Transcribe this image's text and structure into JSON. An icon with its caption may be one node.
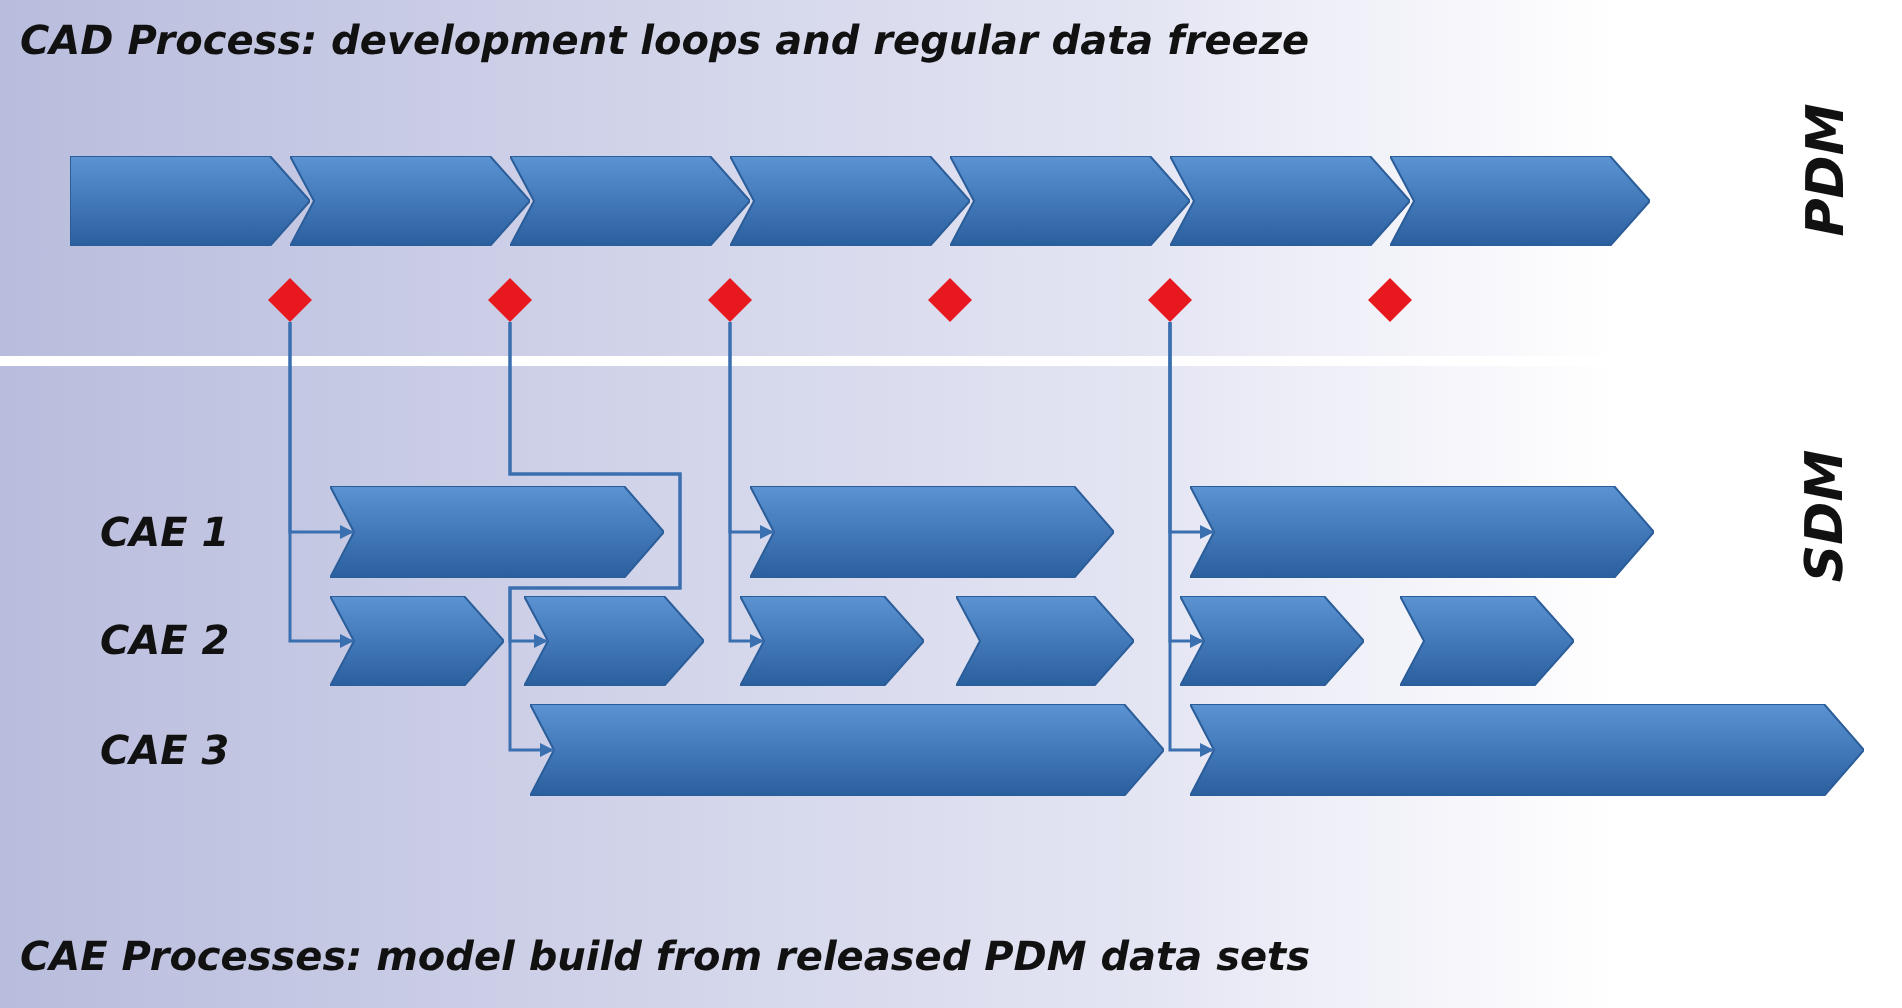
{
  "diagram": {
    "nodes": [
      {
        "text": [
          "CAD Process: development loops and regular data freeze",
          "PDM"
        ]
      },
      {
        "text": [],
        "shape": "chevron",
        "in": 0
      },
      {
        "text": [],
        "shape": "chevron",
        "in": 0
      },
      {
        "text": [],
        "shape": "chevron",
        "in": 0
      },
      {
        "text": [],
        "shape": "chevron",
        "in": 0
      },
      {
        "text": [],
        "shape": "chevron",
        "in": 0
      },
      {
        "text": [],
        "shape": "chevron",
        "in": 0
      },
      {
        "text": [],
        "shape": "chevron",
        "in": 0
      },
      {
        "text": [],
        "shape": "diamond",
        "in": 0
      },
      {
        "text": [],
        "shape": "diamond",
        "in": 0
      },
      {
        "text": [],
        "shape": "diamond",
        "in": 0
      },
      {
        "text": [],
        "shape": "diamond",
        "in": 0
      },
      {
        "text": [],
        "shape": "diamond",
        "in": 0
      },
      {
        "text": [],
        "shape": "diamond",
        "in": 0
      },
      {
        "text": [
          "CAE Processes: model build from released PDM data sets",
          "SDM"
        ]
      },
      {
        "text": [],
        "shape": "chevron",
        "in": 14
      },
      {
        "text": [],
        "shape": "chevron",
        "in": 14
      },
      {
        "text": [],
        "shape": "chevron",
        "in": 14
      },
      {
        "text": [],
        "shape": "chevron",
        "in": 14
      },
      {
        "text": [],
        "shape": "chevron",
        "in": 14
      },
      {
        "text": [],
        "shape": "chevron",
        "in": 14
      },
      {
        "text": [],
        "shape": "chevron",
        "in": 14
      },
      {
        "text": [],
        "shape": "chevron",
        "in": 14
      },
      {
        "text": [],
        "shape": "chevron",
        "in": 14
      },
      {
        "text": [],
        "shape": "chevron",
        "in": 14
      },
      {
        "text": [],
        "shape": "chevron",
        "in": 14
      }
    ],
    "edges": [
      {
        "from": 8,
        "to": 15,
        "arrow": "to"
      },
      {
        "from": 8,
        "to": 18,
        "arrow": "to"
      },
      {
        "from": 9,
        "to": 19,
        "arrow": "to"
      },
      {
        "from": 9,
        "to": 24,
        "arrow": "to"
      },
      {
        "from": 10,
        "to": 16,
        "arrow": "to"
      },
      {
        "from": 10,
        "to": 20,
        "arrow": "to"
      },
      {
        "from": 12,
        "to": 17,
        "arrow": "to"
      },
      {
        "from": 12,
        "to": 22,
        "arrow": "to"
      },
      {
        "from": 12,
        "to": 25,
        "arrow": "to"
      }
    ],
    "labels": [
      "CAE 1",
      "CAE 2",
      "CAE 3"
    ]
  }
}
